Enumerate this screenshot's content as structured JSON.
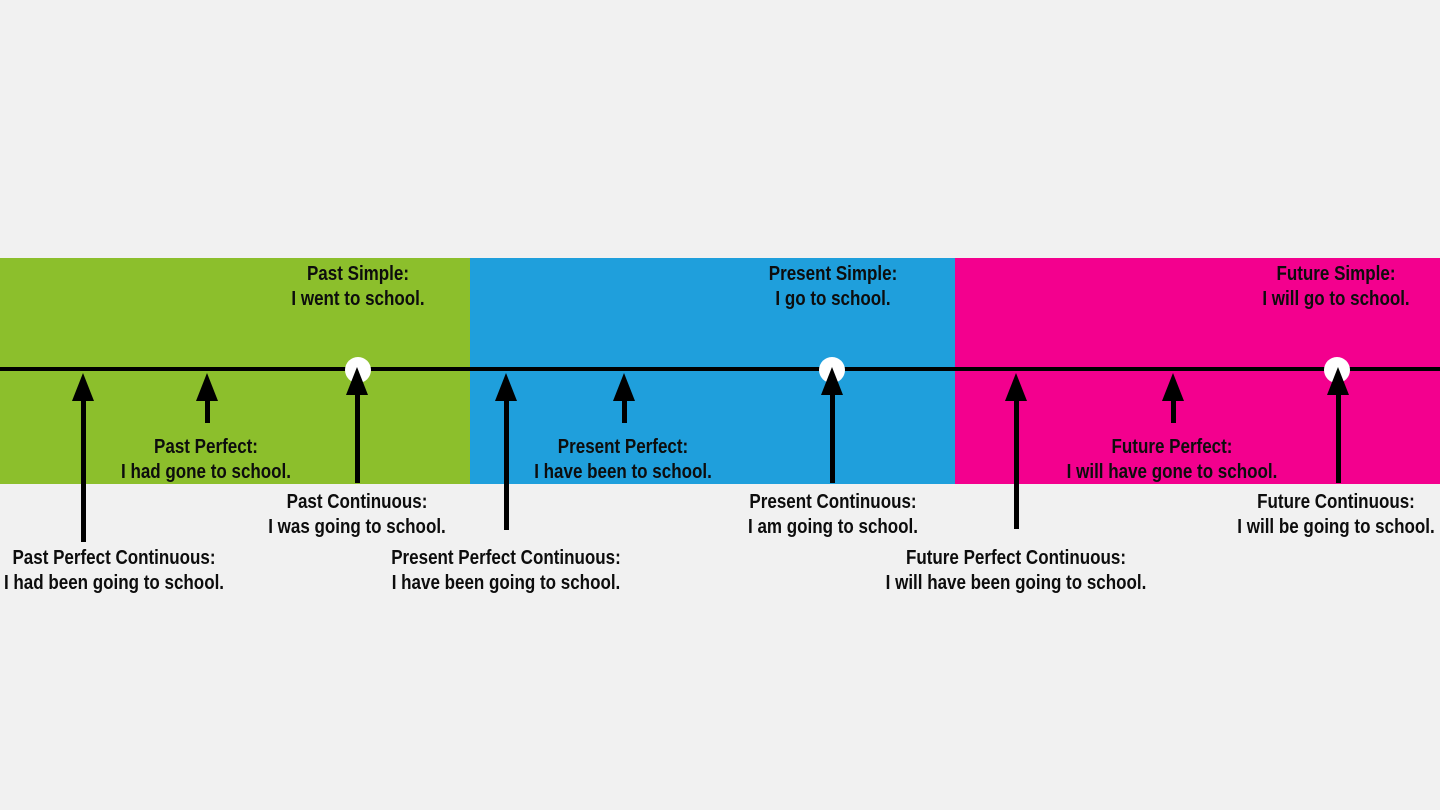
{
  "background": "#f1f1f1",
  "timeline": {
    "line_color": "#000000",
    "dot_color": "#ffffff"
  },
  "tenses": {
    "past": {
      "color": "#8cbf2c",
      "simple": {
        "name": "Past Simple:",
        "example": "I went to school."
      },
      "perfect": {
        "name": "Past Perfect:",
        "example": "I had gone to school."
      },
      "continuous": {
        "name": "Past Continuous:",
        "example": "I was going to school."
      },
      "perfect_continuous": {
        "name": "Past Perfect Continuous:",
        "example": "I had been going to school."
      }
    },
    "present": {
      "color": "#1f9fdc",
      "simple": {
        "name": "Present Simple:",
        "example": "I go to school."
      },
      "perfect": {
        "name": "Present Perfect:",
        "example": "I have been to school."
      },
      "continuous": {
        "name": "Present Continuous:",
        "example": "I am going to school."
      },
      "perfect_continuous": {
        "name": "Present Perfect Continuous:",
        "example": "I have been going to school."
      }
    },
    "future": {
      "color": "#f3008e",
      "simple": {
        "name": "Future Simple:",
        "example": "I will go to school."
      },
      "perfect": {
        "name": "Future Perfect:",
        "example": "I will have gone to school."
      },
      "continuous": {
        "name": "Future Continuous:",
        "example": "I will be going to school."
      },
      "perfect_continuous": {
        "name": "Future Perfect Continuous:",
        "example": "I will have been going to school."
      }
    }
  }
}
